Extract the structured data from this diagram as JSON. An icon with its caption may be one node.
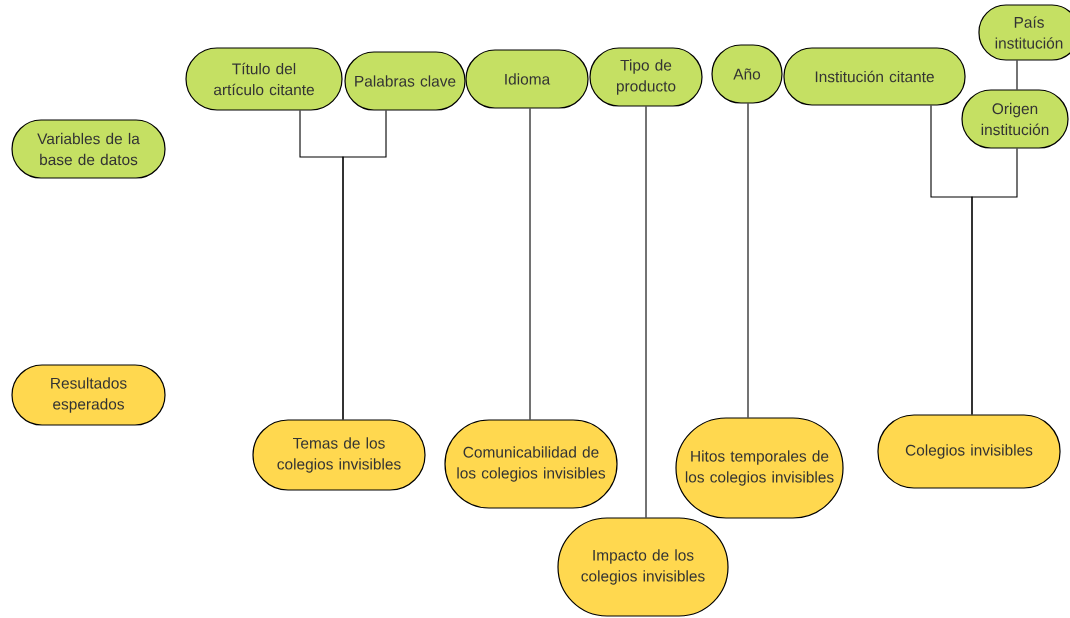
{
  "diagram": {
    "nodes": [
      {
        "text": [
          "Variables de la base de datos"
        ]
      },
      {
        "text": [
          "Título del artículo citante"
        ]
      },
      {
        "text": [
          "Palabras clave"
        ]
      },
      {
        "text": [
          "Idioma"
        ]
      },
      {
        "text": [
          "Tipo de producto"
        ]
      },
      {
        "text": [
          "Año"
        ]
      },
      {
        "text": [
          "Institución citante"
        ]
      },
      {
        "text": [
          "País institución"
        ]
      },
      {
        "text": [
          "Origen institución"
        ]
      },
      {
        "text": [
          "Resultados esperados"
        ]
      },
      {
        "text": [
          "Temas de los colegios invisibles"
        ]
      },
      {
        "text": [
          "Comunicabilidad de los colegios invisibles"
        ]
      },
      {
        "text": [
          "Impacto de los colegios invisibles"
        ]
      },
      {
        "text": [
          "Hitos temporales de los colegios invisibles"
        ]
      },
      {
        "text": [
          "Colegios invisibles"
        ]
      }
    ],
    "edges": [
      {
        "from": 1,
        "to": 10,
        "arrow": "none"
      },
      {
        "from": 2,
        "to": 10,
        "arrow": "none"
      },
      {
        "from": 3,
        "to": 11,
        "arrow": "none"
      },
      {
        "from": 4,
        "to": 12,
        "arrow": "none"
      },
      {
        "from": 5,
        "to": 13,
        "arrow": "none"
      },
      {
        "from": 6,
        "to": 14,
        "arrow": "none"
      },
      {
        "from": 8,
        "to": 14,
        "arrow": "none"
      },
      {
        "from": 7,
        "to": 8,
        "arrow": "none"
      }
    ]
  }
}
